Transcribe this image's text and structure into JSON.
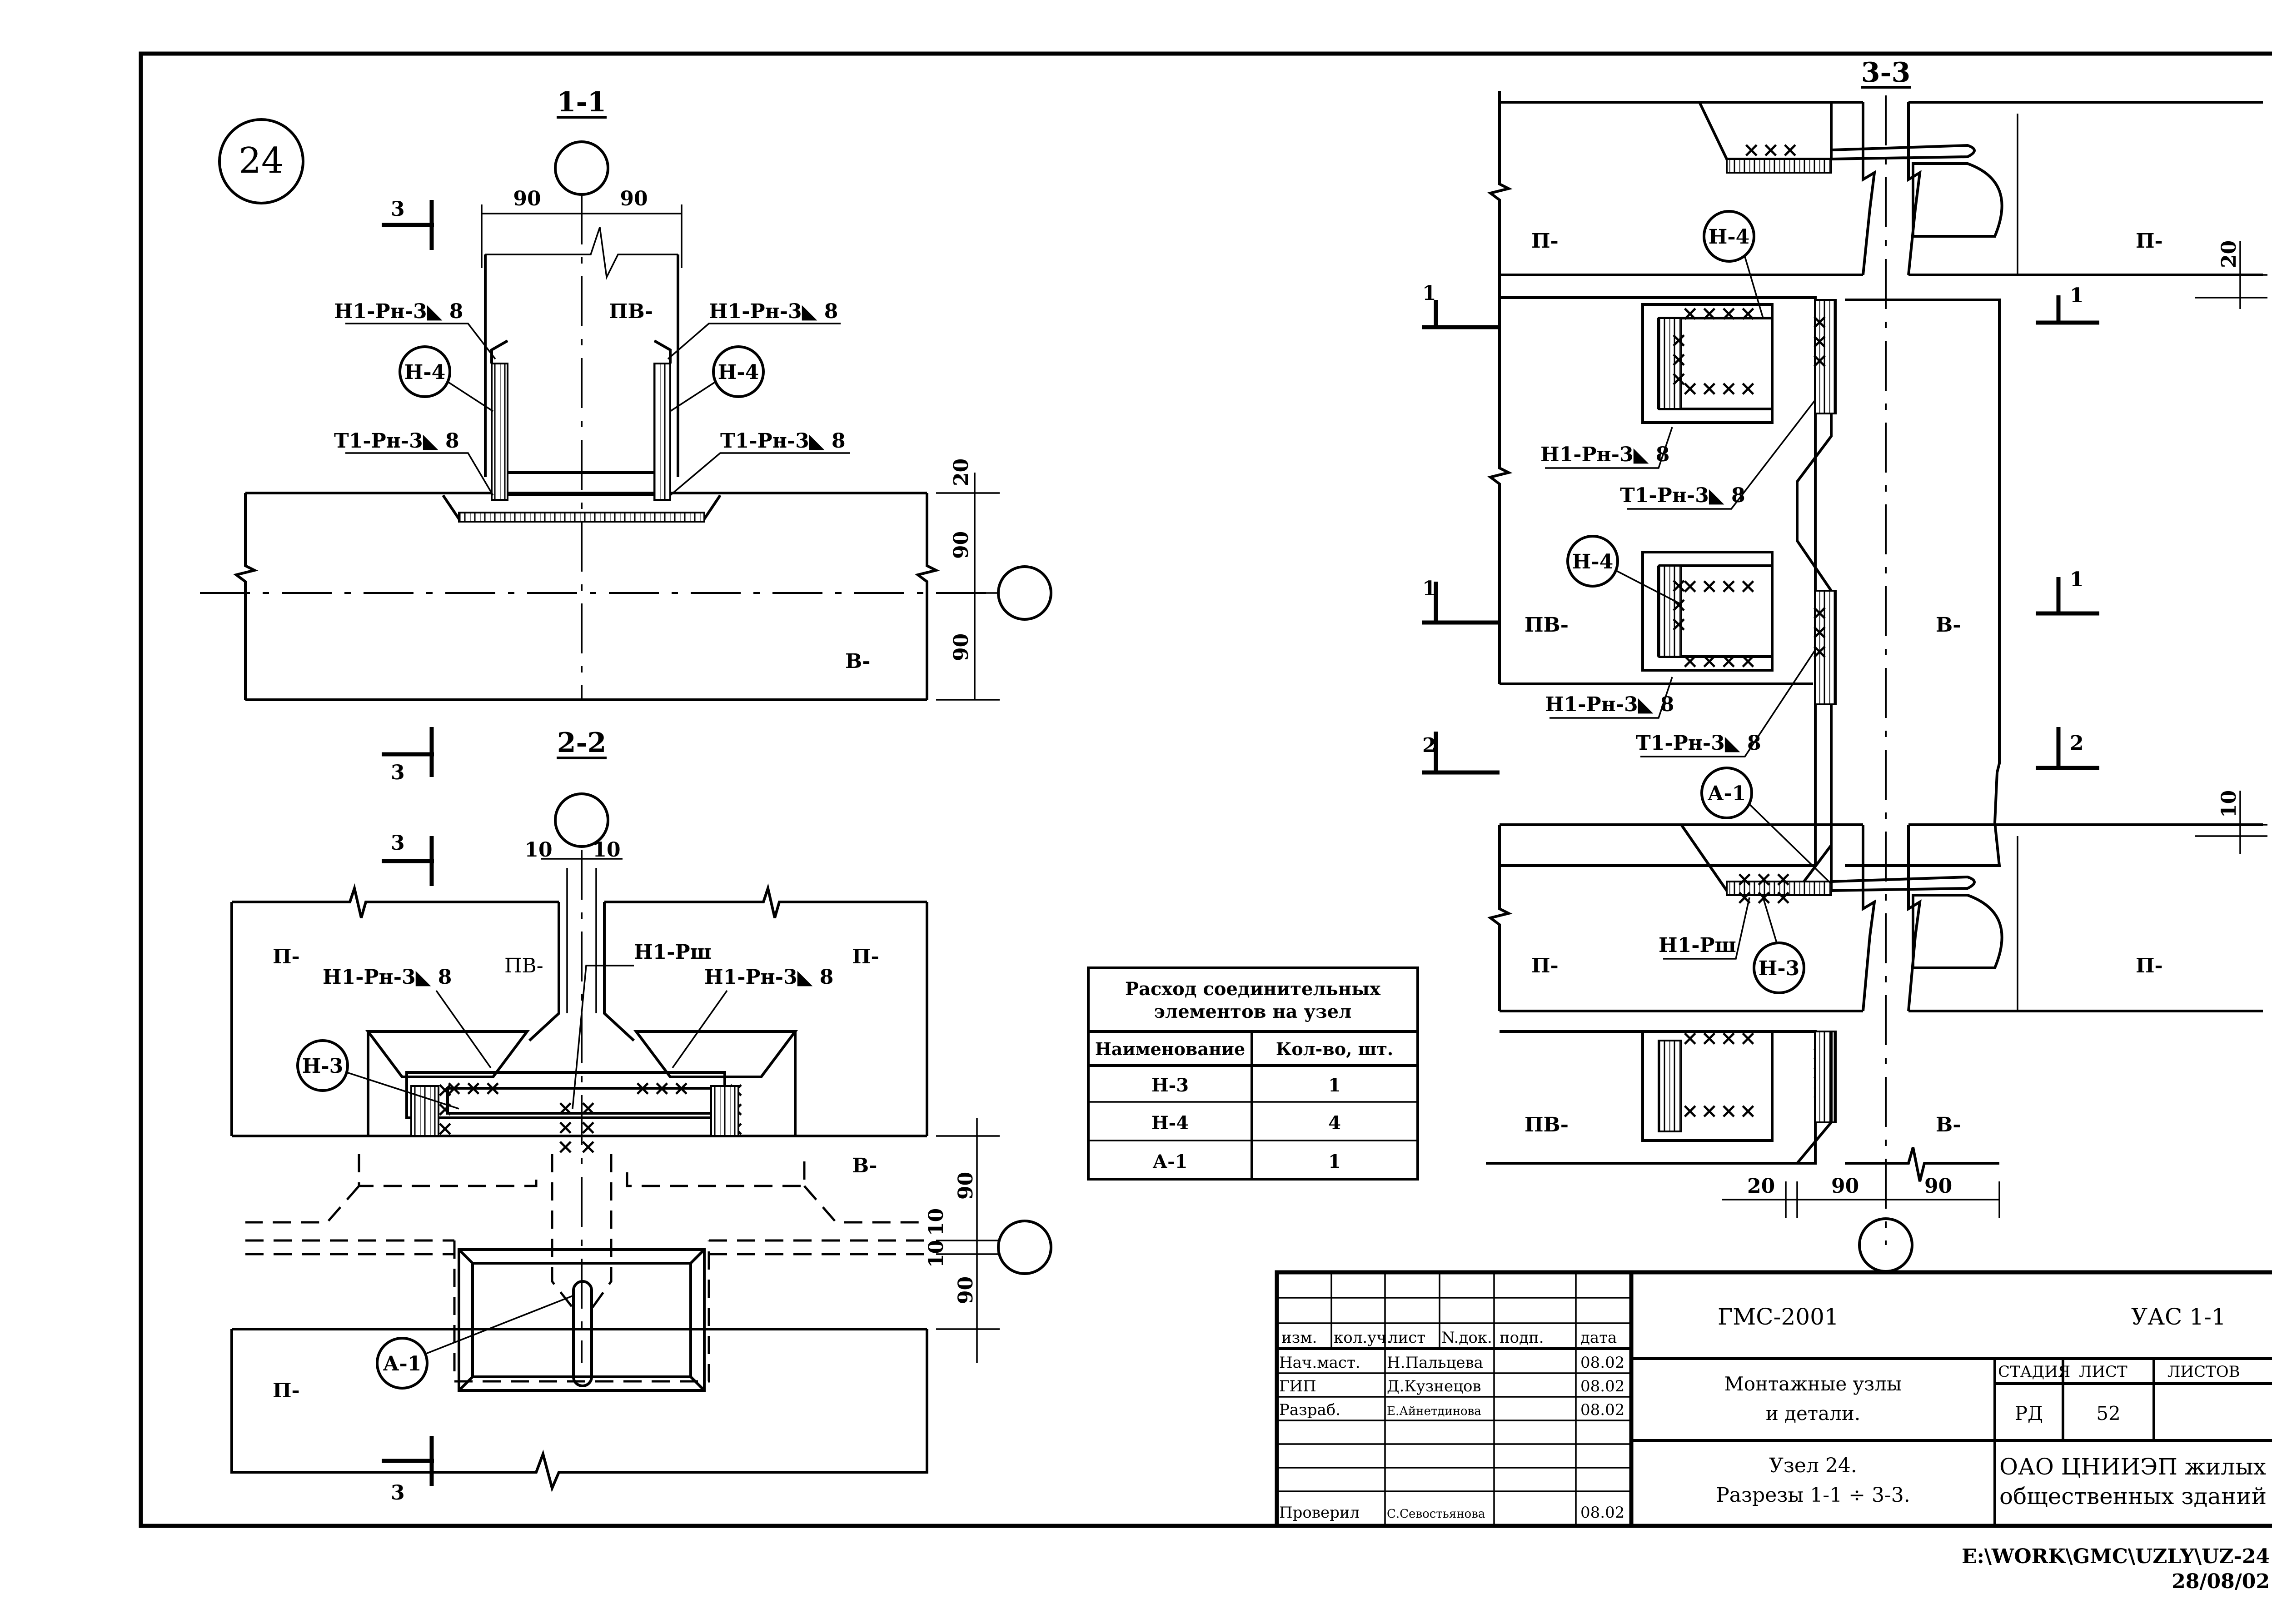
{
  "sheet": {
    "node_number": "24",
    "sections": {
      "s11": "1-1",
      "s22": "2-2",
      "s33": "3-3"
    }
  },
  "labels": {
    "pv": "ПВ-",
    "b": "В-",
    "p": "П-",
    "n4": "Н-4",
    "n3": "Н-3",
    "a1": "А-1",
    "weld_h1": "Н1-Рн-3◣ 8",
    "weld_h1_short": "Н1-Рн-3◣ ",
    "weld_t1": "Т1-Рн-3◣ 8",
    "weld_h1rsh": "Н1-Рш",
    "cut3": "3",
    "cut1": "1",
    "cut2": "2",
    "weld_x": "×××",
    "weld_x4": "××××"
  },
  "dims": {
    "d90": "90",
    "d20": "20",
    "d10": "10"
  },
  "table": {
    "title_line1": "Расход соединительных",
    "title_line2": "элементов на узел",
    "col_name": "Наименование",
    "col_qty": "Кол-во, шт.",
    "rows": [
      {
        "name": "Н-3",
        "qty": "1"
      },
      {
        "name": "Н-4",
        "qty": "4"
      },
      {
        "name": "А-1",
        "qty": "1"
      }
    ]
  },
  "title_block": {
    "headers": {
      "izm": "изм.",
      "kol": "кол.уч.",
      "list": "лист",
      "ndok": "N.док.",
      "podp": "подп.",
      "data": "дата"
    },
    "people": [
      {
        "role": "Нач.маст.",
        "name": "Н.Пальцева",
        "date": "08.02"
      },
      {
        "role": "ГИП",
        "name": "Д.Кузнецов",
        "date": "08.02"
      },
      {
        "role": "Разраб.",
        "name": "Е.Айнетдинова",
        "date": "08.02"
      },
      {
        "role": "Проверил",
        "name": "С.Севостьянова",
        "date": "08.02"
      }
    ],
    "project": "ГМС-2001",
    "code": "УАС 1-1",
    "subject_line1": "Монтажные узлы",
    "subject_line2": "и детали.",
    "node_line1": "Узел 24.",
    "node_line2": "Разрезы 1-1 ÷ 3-3.",
    "stage_label": "СТАДИЯ",
    "sheet_label": "ЛИСТ",
    "sheets_label": "ЛИСТОВ",
    "stage": "РД",
    "sheet_no": "52",
    "org_line1": "ОАО ЦНИИЭП жилых",
    "org_line2": "общественных зданий"
  },
  "footer": {
    "path": "E:\\WORK\\GMC\\UZLY\\UZ-24",
    "date": "28/08/02"
  }
}
